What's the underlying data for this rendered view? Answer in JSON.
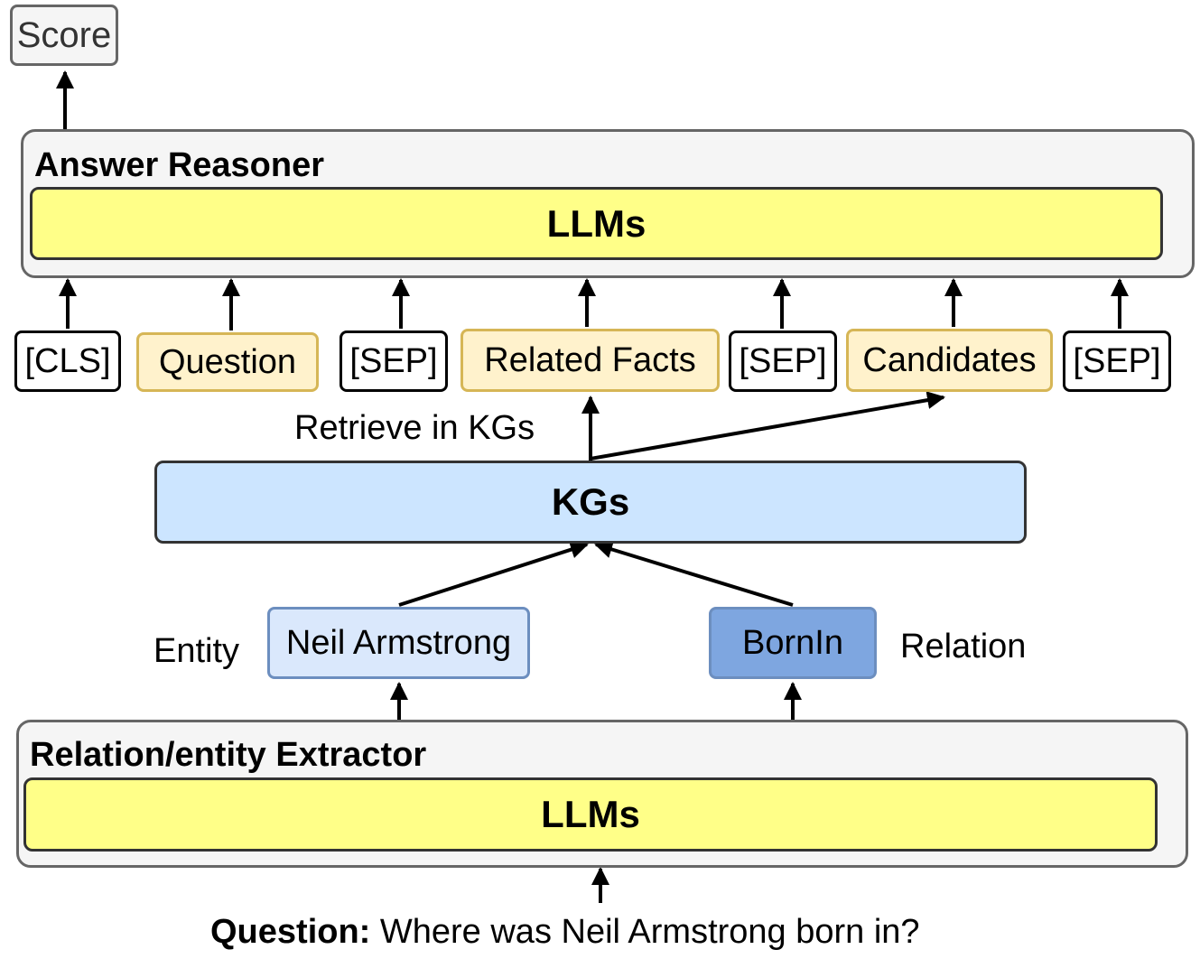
{
  "score": "Score",
  "answer_reasoner": {
    "title": "Answer Reasoner",
    "llm_label": "LLMs"
  },
  "tokens": [
    "[CLS]",
    "Question",
    "[SEP]",
    "Related Facts",
    "[SEP]",
    "Candidates",
    "[SEP]"
  ],
  "retrieve_label": "Retrieve in KGs",
  "kgs_label": "KGs",
  "entity": {
    "label": "Entity",
    "value": "Neil Armstrong"
  },
  "relation": {
    "label": "Relation",
    "value": "BornIn"
  },
  "extractor": {
    "title": "Relation/entity Extractor",
    "llm_label": "LLMs"
  },
  "question": {
    "prefix": "Question:",
    "text": " Where was Neil Armstrong born in?"
  }
}
